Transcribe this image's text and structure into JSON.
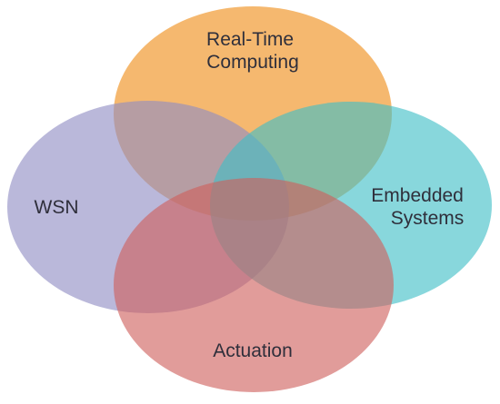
{
  "venn": {
    "sets": [
      {
        "id": "rtc",
        "lines": [
          "Real-Time",
          "Computing"
        ],
        "color": "#f2a446"
      },
      {
        "id": "wsn",
        "lines": [
          "WSN"
        ],
        "color": "#8f8dc4"
      },
      {
        "id": "emb",
        "lines": [
          "Embedded",
          "Systems"
        ],
        "color": "#3fbfc7"
      },
      {
        "id": "act",
        "lines": [
          "Actuation"
        ],
        "color": "#cf5f5c"
      }
    ]
  }
}
